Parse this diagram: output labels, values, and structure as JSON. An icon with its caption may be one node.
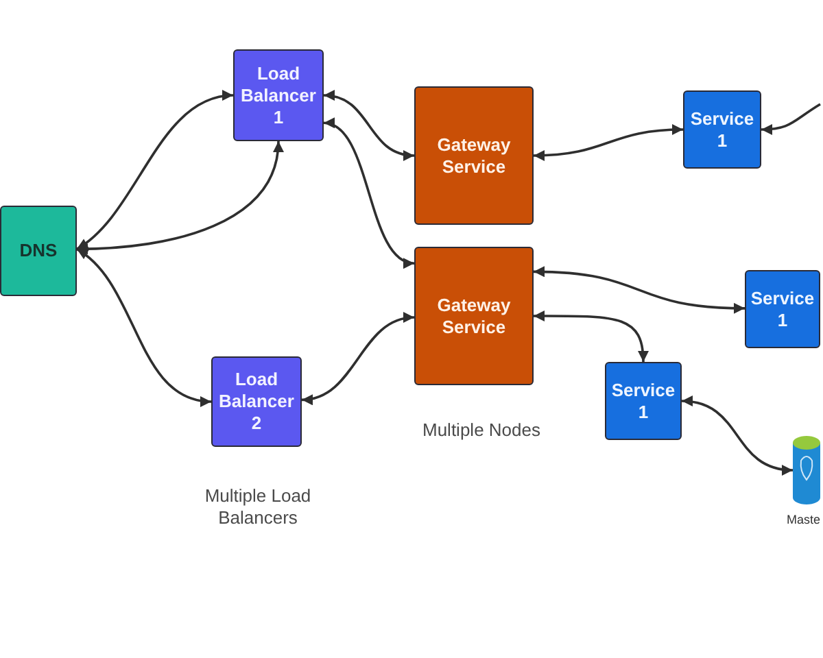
{
  "diagram": {
    "nodes": [
      {
        "text": [
          "DNS"
        ]
      },
      {
        "text": [
          "Load Balancer 1"
        ]
      },
      {
        "text": [
          "Load Balancer 2"
        ]
      },
      {
        "text": [
          "Gateway Service"
        ]
      },
      {
        "text": [
          "Gateway Service"
        ]
      },
      {
        "text": [
          "Service 1"
        ]
      },
      {
        "text": [
          "Service 1"
        ]
      },
      {
        "text": [
          "Service 1"
        ]
      },
      {
        "text": [],
        "shape": "cylinder",
        "beside": [
          "Maste"
        ]
      }
    ],
    "edges": [
      {
        "from": 0,
        "to": 1,
        "arrow": "both"
      },
      {
        "from": 0,
        "to": 1,
        "arrow": "both"
      },
      {
        "from": 0,
        "to": 2,
        "arrow": "both"
      },
      {
        "from": 1,
        "to": 3,
        "arrow": "both"
      },
      {
        "from": 1,
        "to": 4,
        "arrow": "both"
      },
      {
        "from": 2,
        "to": 4,
        "arrow": "both"
      },
      {
        "from": 3,
        "to": 5,
        "arrow": "both"
      },
      {
        "from": null,
        "to": 5,
        "arrow": "to"
      },
      {
        "from": 4,
        "to": 6,
        "arrow": "both"
      },
      {
        "from": 4,
        "to": 7,
        "arrow": "both"
      },
      {
        "from": 7,
        "to": 8,
        "arrow": "both"
      }
    ],
    "labels": [
      "Multiple Nodes",
      "Multiple Load Balancers"
    ]
  }
}
